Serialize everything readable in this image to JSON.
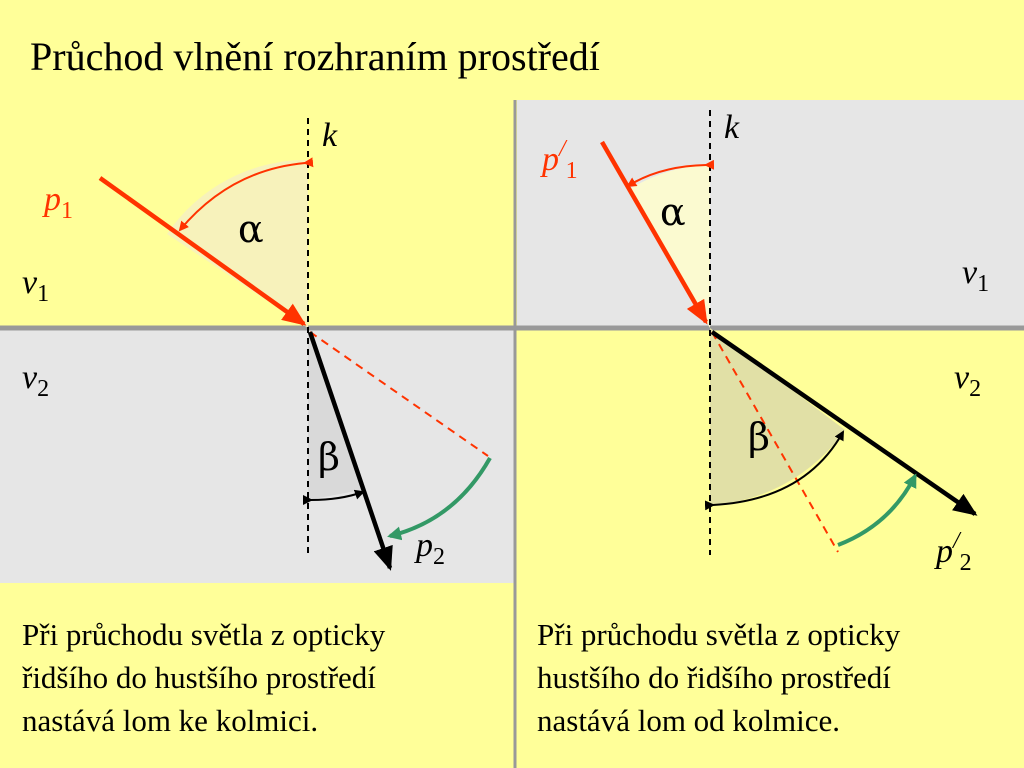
{
  "title": "Průchod vlnění rozhraním prostředí",
  "colors": {
    "background": "#ffff99",
    "medium_gray": "#e6e6e6",
    "incident_ray": "#ff3300",
    "refracted_ray": "#000000",
    "rotation_arrow": "#339966",
    "extension_line": "#ff3300",
    "angle_alpha_fill": "#f7f2bb",
    "angle_beta_left_fill": "#d9d9d9",
    "angle_beta_right_fill": "#e1e0a6",
    "divider": "#999999"
  },
  "left_panel": {
    "normal_label": "k",
    "incident_label": {
      "main": "p",
      "sub": "1"
    },
    "refracted_label": {
      "main": "p",
      "sub": "2"
    },
    "medium_top": {
      "main": "v",
      "sub": "1"
    },
    "medium_bottom": {
      "main": "v",
      "sub": "2"
    },
    "angle_incident": "α",
    "angle_refracted": "β",
    "caption_lines": [
      "Při průchodu  světla z opticky",
      "řidšího do  hustšího  prostředí",
      "nastává lom ke kolmici."
    ]
  },
  "right_panel": {
    "normal_label": "k",
    "incident_label": {
      "main": "p",
      "prime": "/",
      "sub": "1"
    },
    "refracted_label": {
      "main": "p",
      "prime": "/",
      "sub": "2"
    },
    "medium_top": {
      "main": "v",
      "sub": "1"
    },
    "medium_bottom": {
      "main": "v",
      "sub": "2"
    },
    "angle_incident": "α",
    "angle_refracted": "β",
    "caption_lines": [
      "Při průchodu světla z opticky",
      "hustšího  do řidšího prostředí",
      "nastává lom od kolmice."
    ]
  }
}
